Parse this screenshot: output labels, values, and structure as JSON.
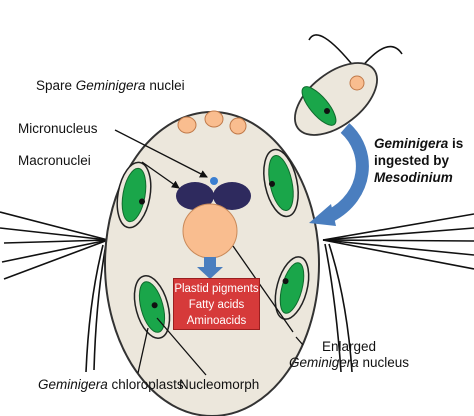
{
  "labels": {
    "spare_nuclei_pre": "Spare ",
    "spare_nuclei_italic": "Geminigera",
    "spare_nuclei_post": " nuclei",
    "micronucleus": "Micronucleus",
    "macronuclei": "Macronuclei",
    "ingested_line1_italic": "Geminigera",
    "ingested_line1_post": " is",
    "ingested_line2": "ingested by",
    "ingested_line3_italic": "Mesodinium",
    "enlarged_line1": "Enlarged",
    "enlarged_line2_italic": "Geminigera",
    "enlarged_line2_post": " nucleus",
    "chloroplasts_italic": "Geminigera",
    "chloroplasts_post": " chloroplasts",
    "nucleomorph": "Nucleomorph"
  },
  "pigment_box": {
    "line1": "Plastid pigments",
    "line2": "Fatty acids",
    "line3": "Aminoacids"
  },
  "colors": {
    "cell_fill": "#ece7dc",
    "chloroplast_green": "#1aa64a",
    "macronuclei_fill": "#2e2a5e",
    "micronucleus_fill": "#3b7fd1",
    "nucleus_fill": "#f9bd8f",
    "arrow_blue": "#4a7ebf",
    "box_red": "#d63a3a"
  }
}
